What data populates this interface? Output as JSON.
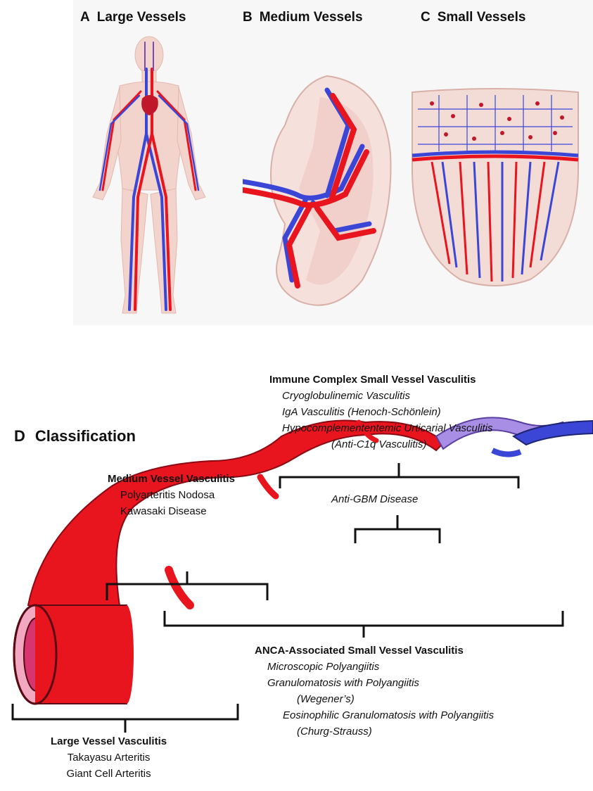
{
  "panels": {
    "a": {
      "letter": "A",
      "title": "Large Vessels"
    },
    "b": {
      "letter": "B",
      "title": "Medium Vessels"
    },
    "c": {
      "letter": "C",
      "title": "Small Vessels"
    },
    "d": {
      "letter": "D",
      "title": "Classification"
    }
  },
  "groups": {
    "immune": {
      "heading": "Immune Complex  Small Vessel Vasculitis",
      "items": [
        "Cryoglobulinemic Vasculitis",
        "IgA Vasculitis (Henoch-Schönlein)",
        "Hypocomplemententemic Urticarial Vasculitis",
        "(Anti-C1q Vasculitis)"
      ]
    },
    "medium": {
      "heading": "Medium Vessel Vasculitis",
      "items": [
        "Polyarteritis Nodosa",
        "Kawasaki Disease"
      ]
    },
    "anti_gbm": {
      "label": "Anti-GBM Disease"
    },
    "anca": {
      "heading": "ANCA-Associated Small Vessel Vasculitis",
      "items": [
        "Microscopic Polyangiitis",
        "Granulomatosis with Polyangiitis",
        "(Wegener’s)",
        "Eosinophilic Granulomatosis with Polyangiitis",
        "(Churg-Strauss)"
      ]
    },
    "large": {
      "heading": "Large Vessel Vasculitis",
      "items": [
        "Takayasu Arteritis",
        "Giant Cell Arteritis"
      ]
    }
  },
  "colors": {
    "artery": "#e8141e",
    "vein": "#3b46d6",
    "venule": "#9a80e0",
    "lumen": "#d8356e",
    "skin": "#f3d4cc"
  },
  "icons": [
    "human-body-circulation-illustration",
    "kidney-cross-section-illustration",
    "skin-microvasculature-illustration",
    "blood-vessel-tree-diagram"
  ]
}
